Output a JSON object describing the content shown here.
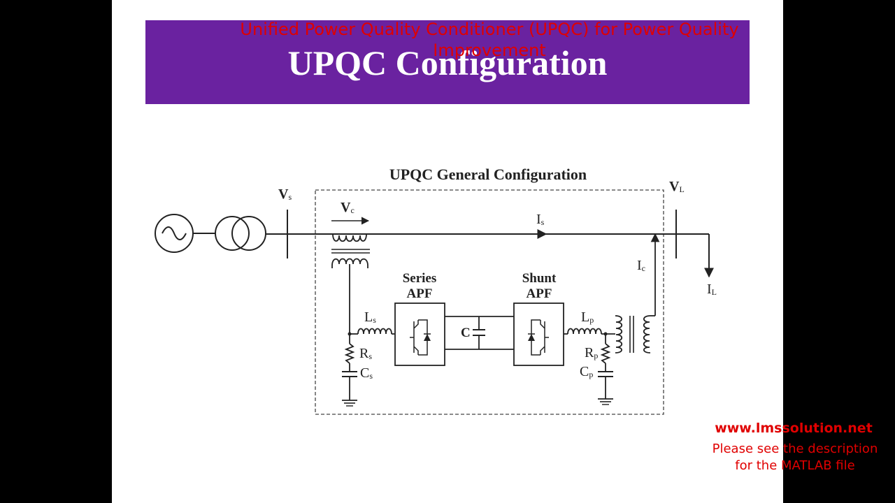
{
  "video_title": "Unified Power Quality Conditioner (UPQC) for Power Quality Improvement",
  "slide_title": "UPQC Configuration",
  "diagram": {
    "heading": "UPQC General  Configuration",
    "source_voltage": {
      "main": "V",
      "sub": "s"
    },
    "compensating_voltage": {
      "main": "V",
      "sub": "c"
    },
    "load_voltage": {
      "main": "V",
      "sub": "L"
    },
    "source_current": {
      "main": "I",
      "sub": "s"
    },
    "compensating_current": {
      "main": "I",
      "sub": "c"
    },
    "load_current": {
      "main": "I",
      "sub": "L"
    },
    "series_apf": {
      "line1": "Series",
      "line2": "APF"
    },
    "shunt_apf": {
      "line1": "Shunt",
      "line2": "APF"
    },
    "dc_capacitor": "C",
    "series_filter": {
      "inductor": {
        "main": "L",
        "sub": "s"
      },
      "resistor": {
        "main": "R",
        "sub": "s"
      },
      "capacitor": {
        "main": "C",
        "sub": "s"
      }
    },
    "shunt_filter": {
      "inductor": {
        "main": "L",
        "sub": "p"
      },
      "resistor": {
        "main": "R",
        "sub": "p"
      },
      "capacitor": {
        "main": "C",
        "sub": "p"
      }
    }
  },
  "footer": {
    "url": "www.lmssolution.net",
    "note_line1": "Please see the description",
    "note_line2": "for the MATLAB file"
  }
}
